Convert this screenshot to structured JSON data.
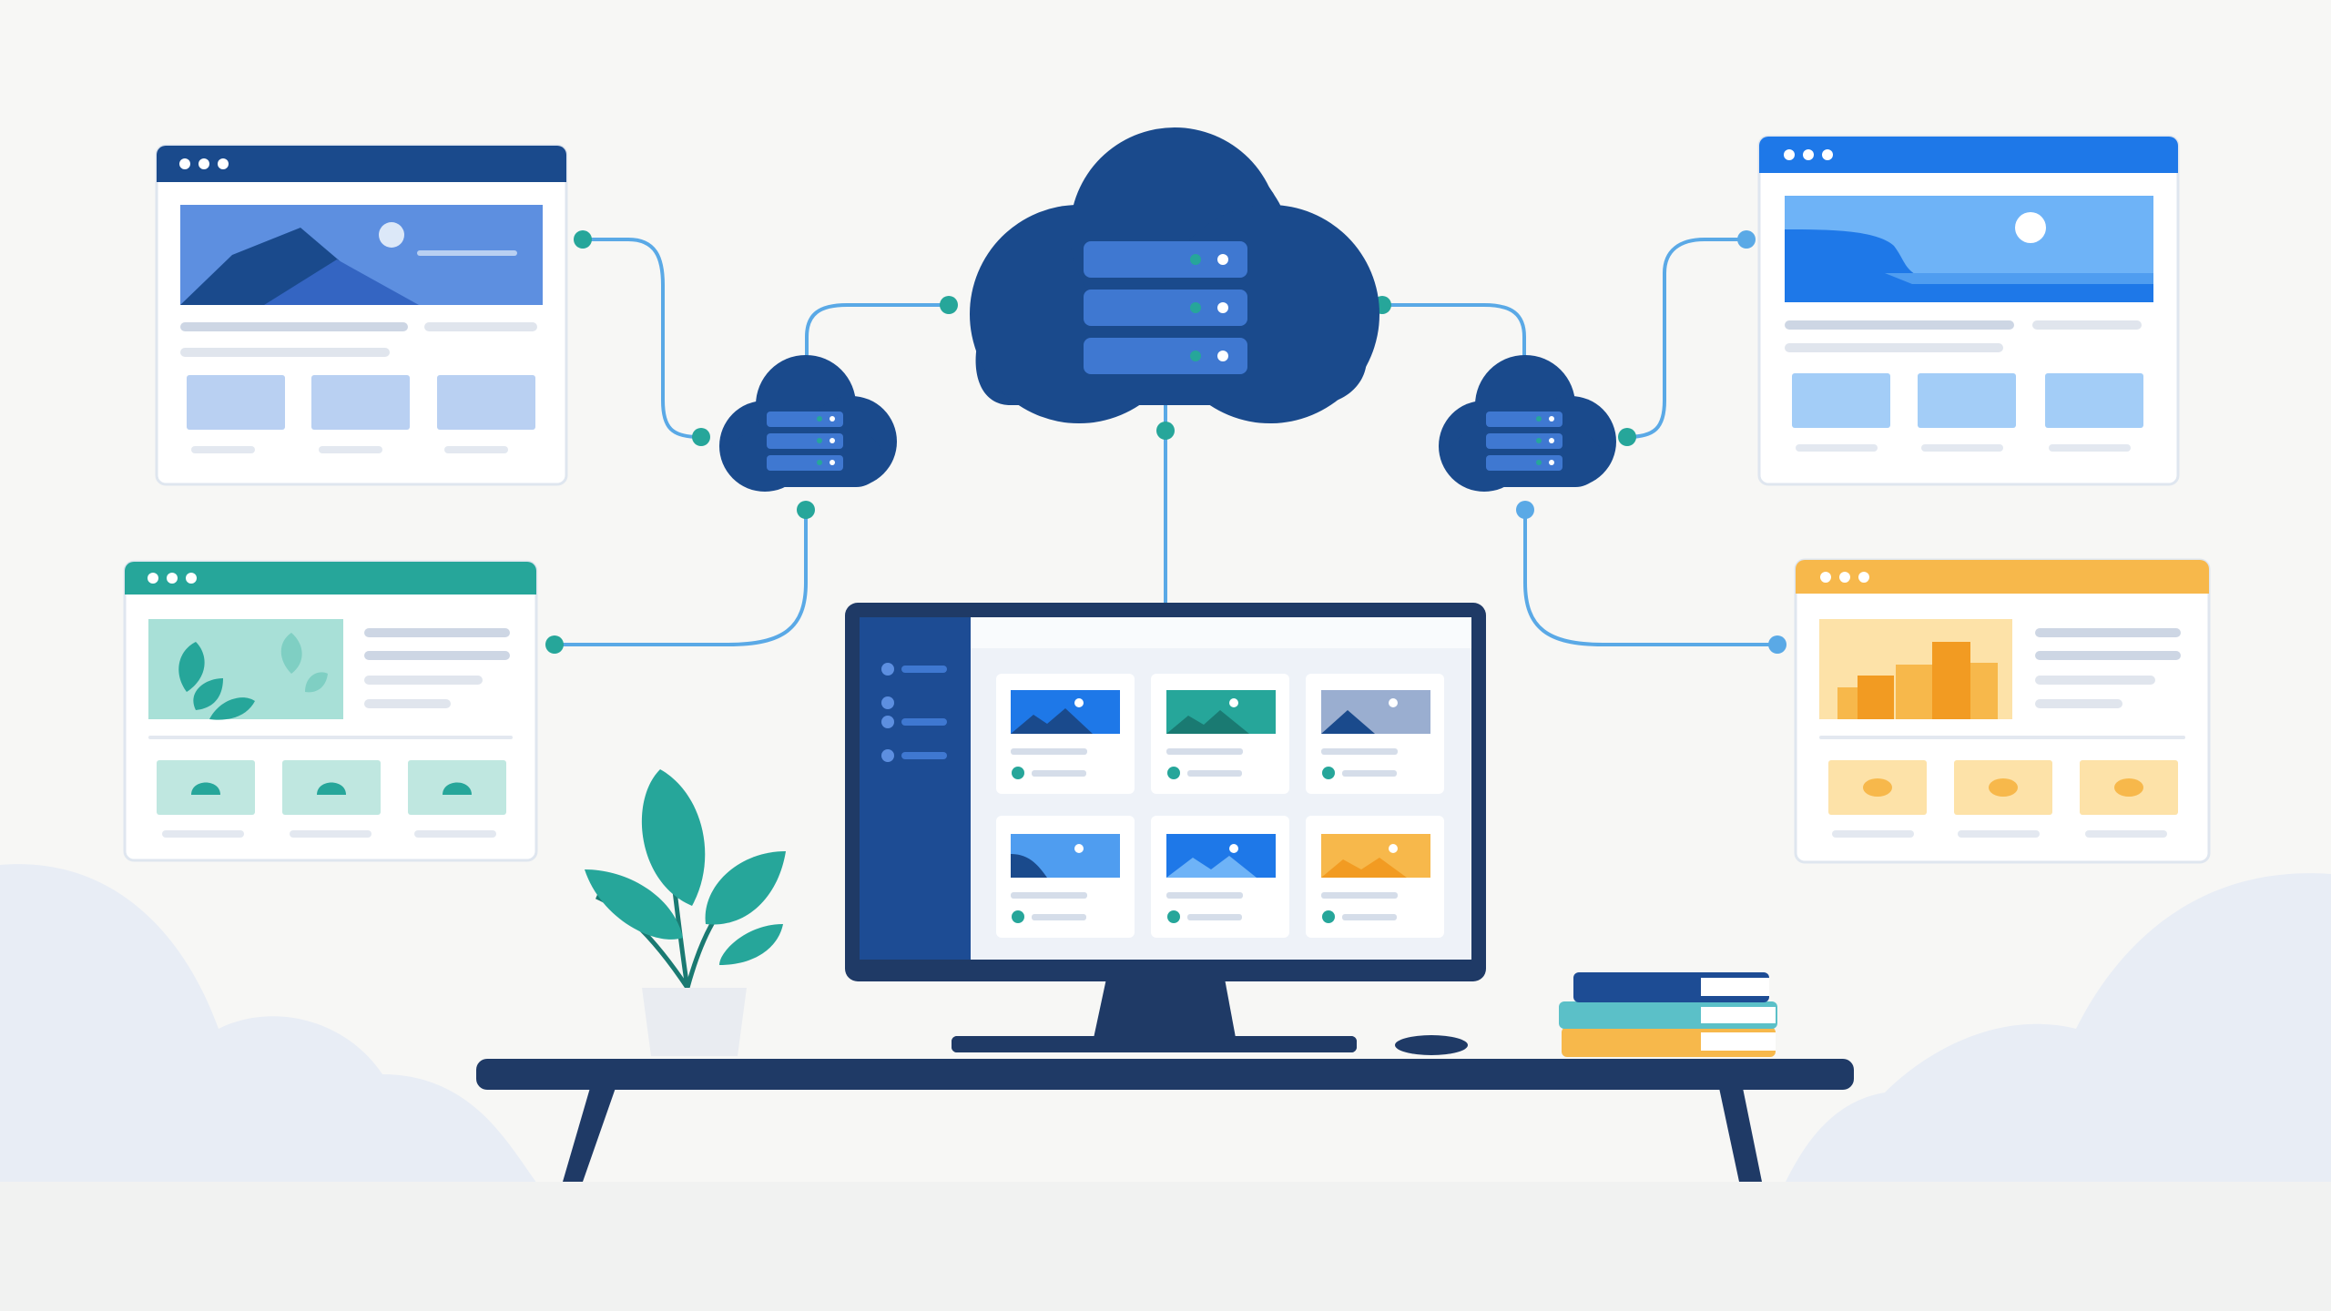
{
  "palette": {
    "background": "#f7f7f5",
    "ground": "#f1f2f1",
    "navy": "#1a4a8c",
    "desk": "#1f3a66",
    "server_slot": "#3f78d1",
    "connector_line": "#5aa9e6",
    "connector_dot": "#26a69a",
    "teal": "#26a69a",
    "blue": "#1e78e8",
    "yellow": "#f7b84b",
    "light_blue_fill": "#b9d0f2"
  },
  "illustration": {
    "clouds": [
      {
        "id": "central-cloud",
        "slots": 3
      },
      {
        "id": "left-cloud",
        "slots": 3
      },
      {
        "id": "right-cloud",
        "slots": 3
      }
    ],
    "windows": [
      {
        "id": "window-top-left",
        "header_color": "#1a4a8c",
        "theme": "mountains"
      },
      {
        "id": "window-mid-left",
        "header_color": "#26a69a",
        "theme": "leaves"
      },
      {
        "id": "window-top-right",
        "header_color": "#1e78e8",
        "theme": "sea"
      },
      {
        "id": "window-mid-right",
        "header_color": "#f7b84b",
        "theme": "city"
      }
    ],
    "monitor": {
      "cards": 6,
      "sidebar_items": 4
    },
    "decor": [
      "plant",
      "books",
      "mouse",
      "keyboard",
      "desk"
    ]
  }
}
